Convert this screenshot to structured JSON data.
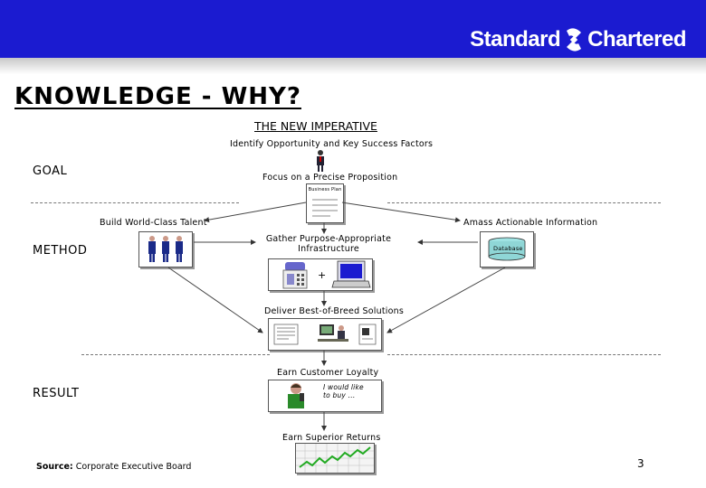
{
  "header": {
    "brand_left": "Standard",
    "brand_right": "Chartered"
  },
  "slide": {
    "title": "KNOWLEDGE - WHY?",
    "subtitle": "THE NEW IMPERATIVE",
    "page_number": "3",
    "source_label": "Source:",
    "source_value": "Corporate Executive Board"
  },
  "rows": {
    "goal": "GOAL",
    "method": "METHOD",
    "result": "RESULT"
  },
  "flow": {
    "identify": "Identify Opportunity and Key Success Factors",
    "focus": "Focus on a Precise Proposition",
    "business_plan": "Business Plan",
    "build_talent": "Build World-Class Talent",
    "amass_info": "Amass Actionable Information",
    "gather_line1": "Gather Purpose-Appropriate",
    "gather_line2": "Infrastructure",
    "database": "Database",
    "plus": "+",
    "deliver": "Deliver Best-of-Breed Solutions",
    "earn_loyalty": "Earn Customer Loyalty",
    "speech_line1": "I would like",
    "speech_line2": "to buy ...",
    "earn_returns": "Earn Superior Returns"
  },
  "colors": {
    "banner": "#1b1bd0",
    "accent_green": "#22aa22"
  }
}
